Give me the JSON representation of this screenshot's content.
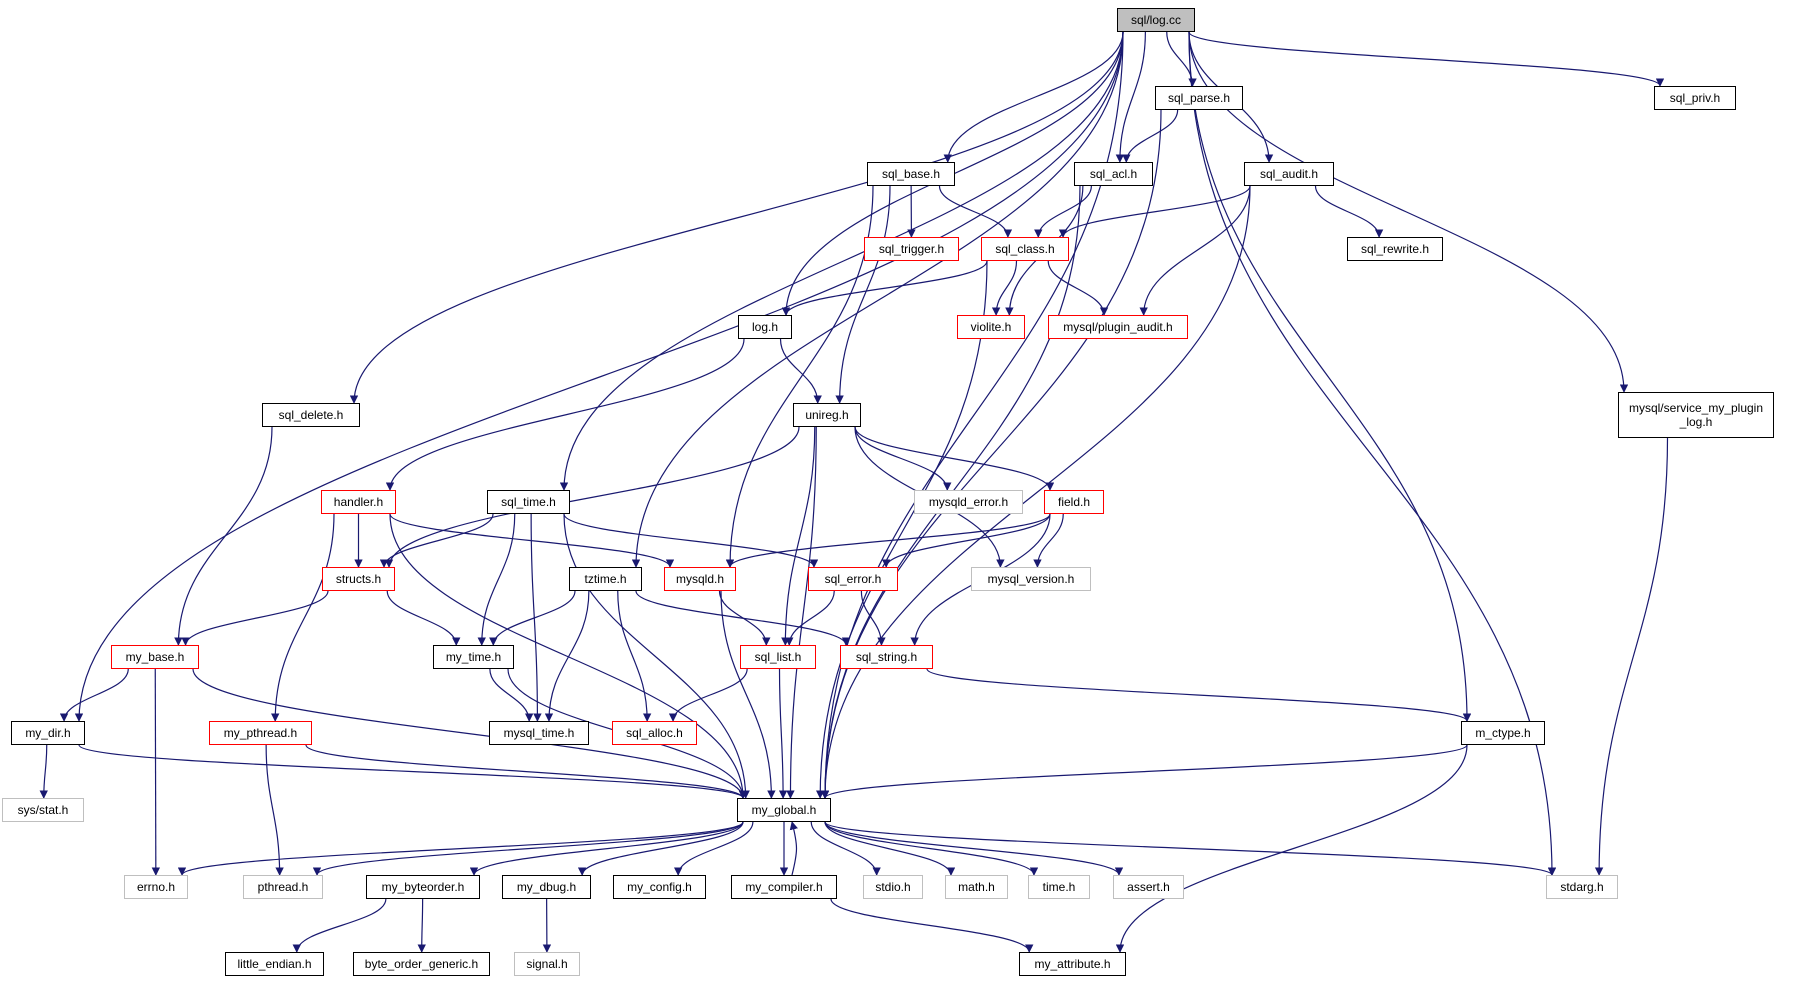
{
  "diagram": {
    "title": "sql/log.cc",
    "colors": {
      "edge": "#191970",
      "node_border": "#000000",
      "node_border_red": "#ff0000",
      "node_border_gray": "#bfbfbf",
      "root_fill": "#bfbfbf"
    },
    "nodes": {
      "root": "sql/log.cc",
      "sql_parse": "sql_parse.h",
      "sql_priv": "sql_priv.h",
      "sql_base": "sql_base.h",
      "sql_acl": "sql_acl.h",
      "sql_audit": "sql_audit.h",
      "sql_trigger": "sql_trigger.h",
      "sql_class": "sql_class.h",
      "sql_rewrite": "sql_rewrite.h",
      "log_h": "log.h",
      "violite": "violite.h",
      "plugin_audit": "mysql/plugin_audit.h",
      "sql_delete": "sql_delete.h",
      "unireg": "unireg.h",
      "service_plugin_log_1": "mysql/service_my_plugin",
      "service_plugin_log_2": "_log.h",
      "handler": "handler.h",
      "sql_time": "sql_time.h",
      "mysqld_error": "mysqld_error.h",
      "field": "field.h",
      "structs": "structs.h",
      "tztime": "tztime.h",
      "mysqld": "mysqld.h",
      "sql_error": "sql_error.h",
      "mysql_version": "mysql_version.h",
      "my_base": "my_base.h",
      "my_time": "my_time.h",
      "sql_list": "sql_list.h",
      "sql_string": "sql_string.h",
      "my_dir": "my_dir.h",
      "my_pthread": "my_pthread.h",
      "mysql_time": "mysql_time.h",
      "sql_alloc": "sql_alloc.h",
      "m_ctype": "m_ctype.h",
      "sys_stat": "sys/stat.h",
      "my_global": "my_global.h",
      "errno": "errno.h",
      "pthread": "pthread.h",
      "my_byteorder": "my_byteorder.h",
      "my_dbug": "my_dbug.h",
      "my_config": "my_config.h",
      "my_compiler": "my_compiler.h",
      "stdio": "stdio.h",
      "math": "math.h",
      "time": "time.h",
      "assert": "assert.h",
      "stdarg": "stdarg.h",
      "little_endian": "little_endian.h",
      "byte_order_generic": "byte_order_generic.h",
      "signal": "signal.h",
      "my_attribute": "my_attribute.h"
    }
  }
}
